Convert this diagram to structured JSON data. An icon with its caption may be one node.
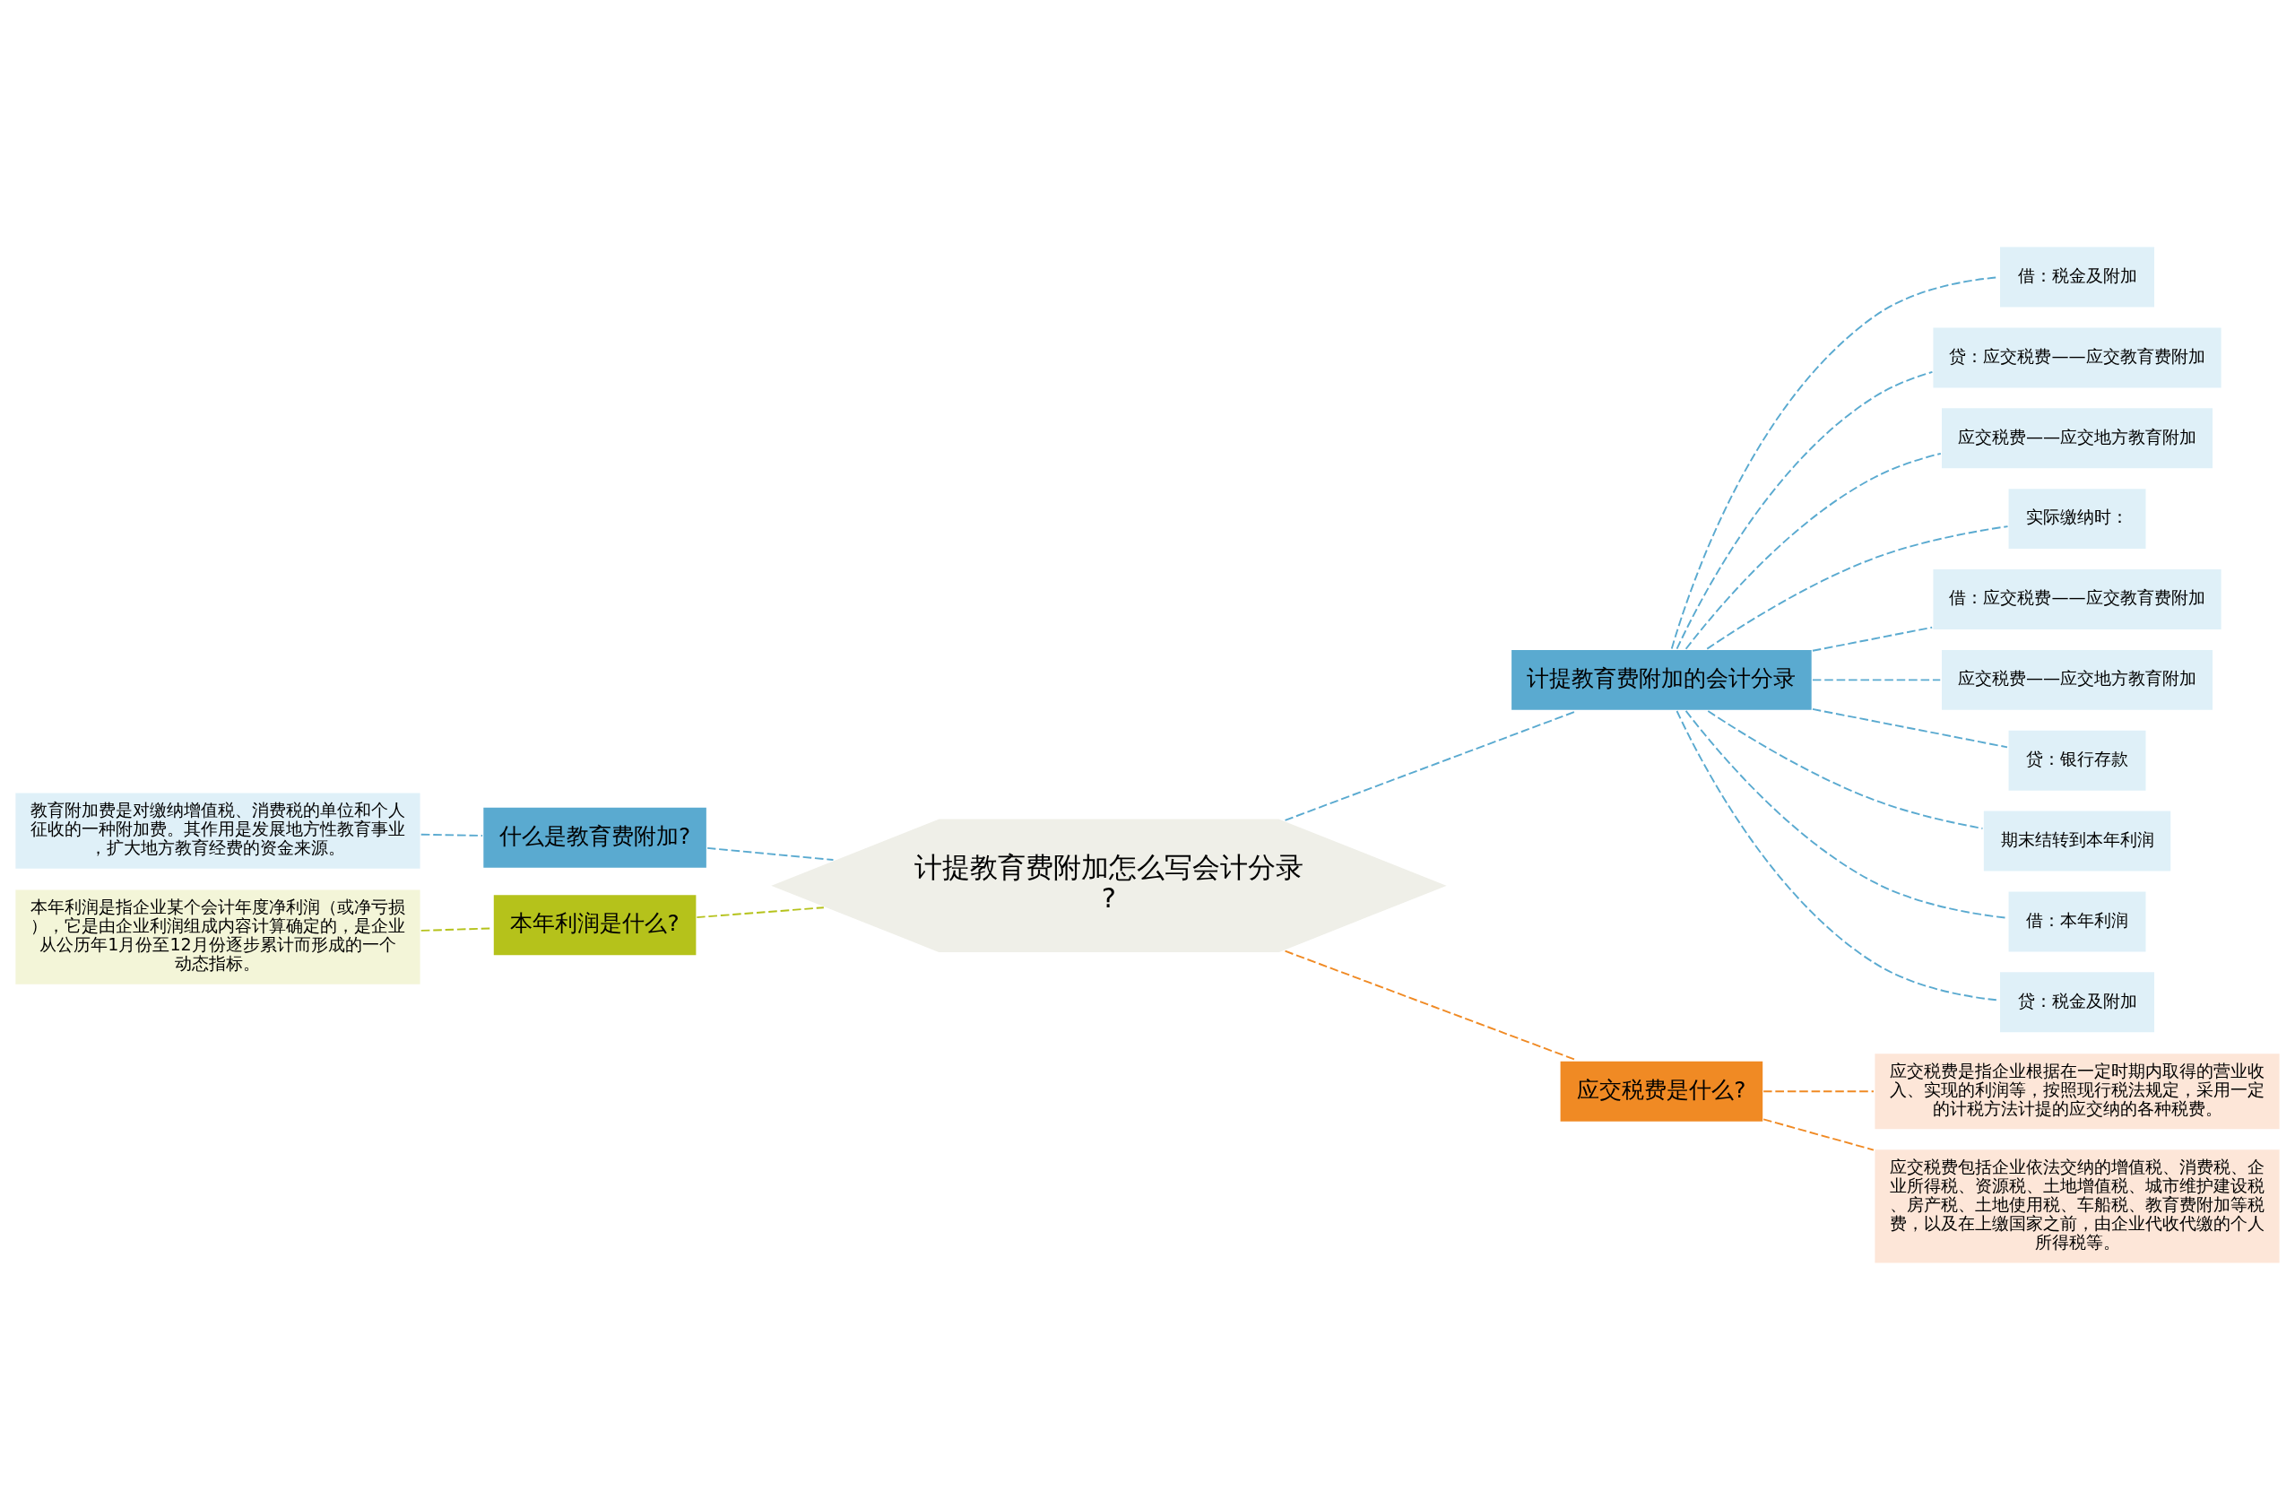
{
  "diagram": {
    "nodes": [
      {
        "text": [
          "计提教育费附加怎么写会计分录?"
        ]
      },
      {
        "text": [
          "什么是教育费附加?"
        ]
      },
      {
        "text": [
          "教育附加费是对缴纳增值税、消费税的单位和个人征收的一种附加费。其作用是发展地方性教育事业，扩大地方教育经费的资金来源。"
        ]
      },
      {
        "text": [
          "本年利润是什么?"
        ]
      },
      {
        "text": [
          "本年利润是指企业某个会计年度净利润（或净亏损），它是由企业利润组成内容计算确定的，是企业从公历年1月份至12月份逐步累计而形成的一个动态指标。"
        ]
      },
      {
        "text": [
          "计提教育费附加的会计分录"
        ]
      },
      {
        "text": [
          "借：税金及附加"
        ]
      },
      {
        "text": [
          "贷：应交税费——应交教育费附加"
        ]
      },
      {
        "text": [
          "应交税费——应交地方教育附加"
        ]
      },
      {
        "text": [
          "实际缴纳时："
        ]
      },
      {
        "text": [
          "借：应交税费——应交教育费附加"
        ]
      },
      {
        "text": [
          "应交税费——应交地方教育附加"
        ]
      },
      {
        "text": [
          "贷：银行存款"
        ]
      },
      {
        "text": [
          "期末结转到本年利润"
        ]
      },
      {
        "text": [
          "借：本年利润"
        ]
      },
      {
        "text": [
          "贷：税金及附加"
        ]
      },
      {
        "text": [
          "应交税费是什么?"
        ]
      },
      {
        "text": [
          "应交税费是指企业根据在一定时期内取得的营业收入、实现的利润等，按照现行税法规定，采用一定的计税方法计提的应交纳的各种税费。"
        ]
      },
      {
        "text": [
          "应交税费包括企业依法交纳的增值税、消费税、企业所得税、资源税、土地增值税、城市维护建设税、房产税、土地使用税、车船税、教育费附加等税费，以及在上缴国家之前，由企业代收代缴的个人所得税等。"
        ]
      }
    ],
    "edges": [
      {
        "from": 0,
        "to": 1,
        "arrow": "none",
        "style": "dashed"
      },
      {
        "from": 1,
        "to": 2,
        "arrow": "none",
        "style": "dashed"
      },
      {
        "from": 0,
        "to": 3,
        "arrow": "none",
        "style": "dashed",
        "color": "#b5c21b"
      },
      {
        "from": 3,
        "to": 4,
        "arrow": "none",
        "style": "dashed",
        "color": "#b5c21b"
      },
      {
        "from": 0,
        "to": 5,
        "arrow": "none",
        "style": "dashed"
      },
      {
        "from": 5,
        "to": 6,
        "arrow": "none",
        "style": "dashed"
      },
      {
        "from": 5,
        "to": 7,
        "arrow": "none",
        "style": "dashed"
      },
      {
        "from": 5,
        "to": 8,
        "arrow": "none",
        "style": "dashed"
      },
      {
        "from": 5,
        "to": 9,
        "arrow": "none",
        "style": "dashed"
      },
      {
        "from": 5,
        "to": 10,
        "arrow": "none",
        "style": "dashed"
      },
      {
        "from": 5,
        "to": 11,
        "arrow": "none",
        "style": "dashed"
      },
      {
        "from": 5,
        "to": 12,
        "arrow": "none",
        "style": "dashed"
      },
      {
        "from": 5,
        "to": 13,
        "arrow": "none",
        "style": "dashed"
      },
      {
        "from": 5,
        "to": 14,
        "arrow": "none",
        "style": "dashed"
      },
      {
        "from": 5,
        "to": 15,
        "arrow": "none",
        "style": "dashed"
      },
      {
        "from": 0,
        "to": 16,
        "arrow": "none",
        "style": "dashed",
        "color": "#f08a24"
      },
      {
        "from": 16,
        "to": 17,
        "arrow": "none",
        "style": "dashed",
        "color": "#f08a24"
      },
      {
        "from": 16,
        "to": 18,
        "arrow": "none",
        "style": "dashed",
        "color": "#f08a24"
      }
    ]
  }
}
